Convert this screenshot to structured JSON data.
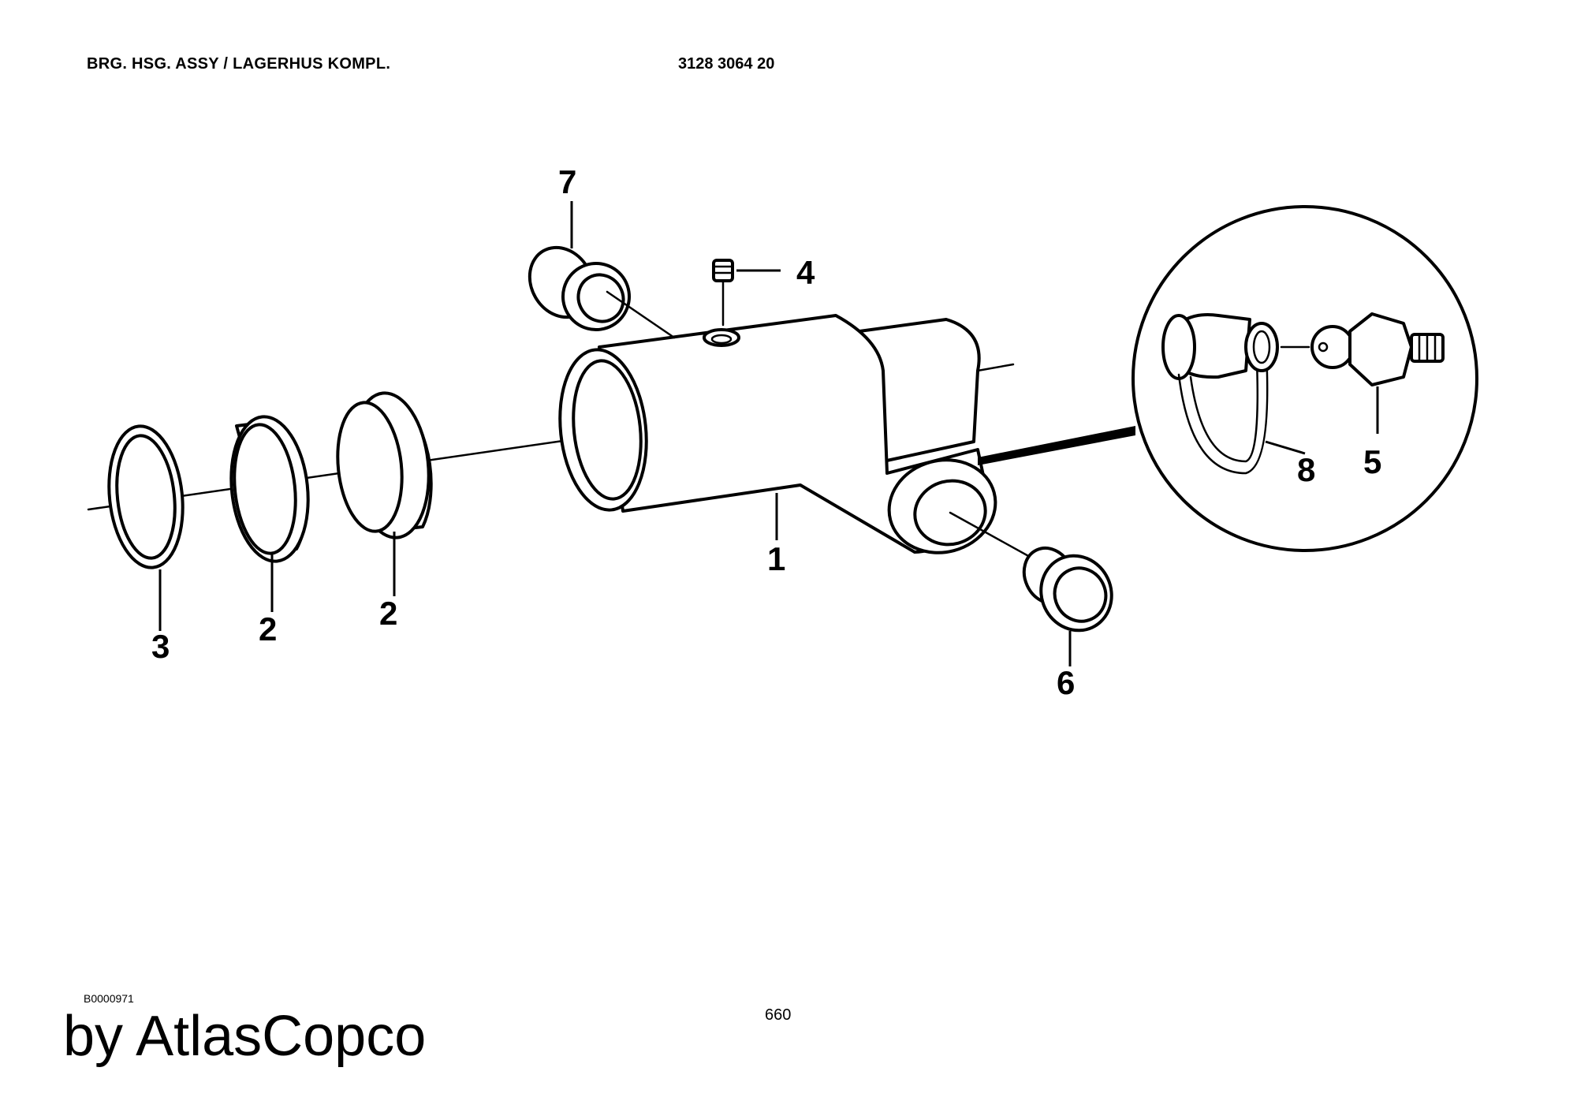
{
  "header": {
    "title": "BRG. HSG. ASSY / LAGERHUS KOMPL.",
    "part_number": "3128 3064 20"
  },
  "footer": {
    "drawing_code": "B0000971",
    "page_number": "660",
    "brand": "by AtlasCopco"
  },
  "callouts": {
    "c1": "1",
    "c2a": "2",
    "c2b": "2",
    "c3": "3",
    "c4": "4",
    "c5": "5",
    "c6": "6",
    "c7": "7",
    "c8": "8"
  }
}
